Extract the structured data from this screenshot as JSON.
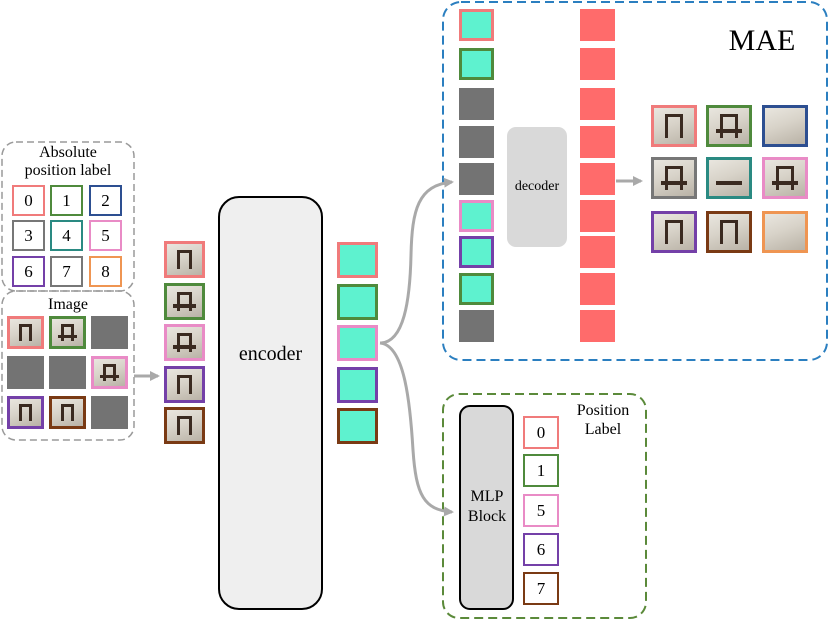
{
  "labels": {
    "absolute_position_label": "Absolute position label",
    "image": "Image",
    "encoder": "encoder",
    "decoder": "decoder",
    "mae": "MAE",
    "mlp_block": "MLP Block",
    "position_label": "Position Label"
  },
  "absolute_grid": [
    "0",
    "1",
    "2",
    "3",
    "4",
    "5",
    "6",
    "7",
    "8"
  ],
  "predicted_position_labels": [
    "0",
    "1",
    "5",
    "6",
    "7"
  ],
  "colors": {
    "pos0": "#f07b7b",
    "pos1": "#4f8a3c",
    "pos2": "#2d4f91",
    "pos3": "#777777",
    "pos4": "#2a8a82",
    "pos5": "#e98bc6",
    "pos6": "#7440a8",
    "pos7": "#7a3a14",
    "pos8": "#ef9552",
    "mae_border": "#2b7fc0",
    "mlp_border": "#5b8a3a",
    "input_border": "#9a9a9a",
    "masked_token": "#737373",
    "visible_token": "#5ef2cf",
    "decoder_token": "#ff6b6b",
    "arrow": "#a9a9a9"
  }
}
